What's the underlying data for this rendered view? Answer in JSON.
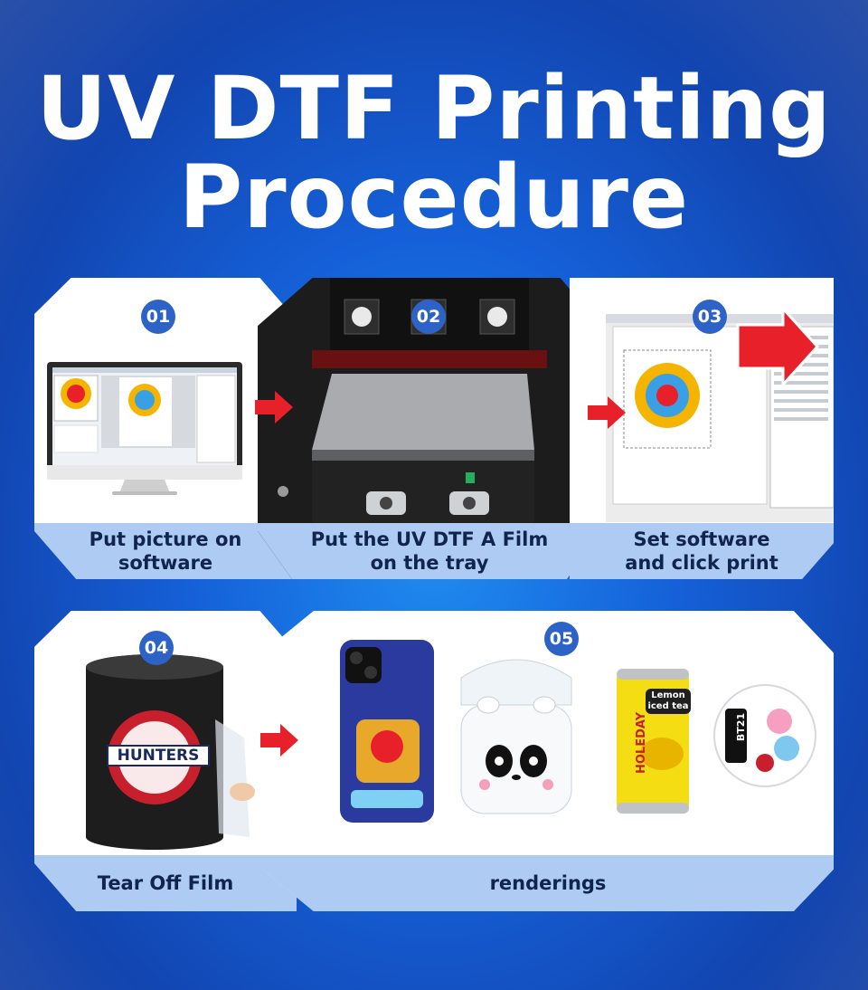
{
  "title": {
    "line1": "UV DTF Printing",
    "line2": "Procedure"
  },
  "steps": [
    {
      "number": "01",
      "label_line1": "Put picture on",
      "label_line2": "software"
    },
    {
      "number": "02",
      "label_line1": "Put the UV DTF A Film",
      "label_line2": "on the tray"
    },
    {
      "number": "03",
      "label_line1": "Set software",
      "label_line2": "and click print"
    },
    {
      "number": "04",
      "label_line1": "Tear Off Film",
      "label_line2": ""
    },
    {
      "number": "05",
      "label_line1": "renderings",
      "label_line2": ""
    }
  ],
  "products": {
    "can_brand": "HOLEDAY",
    "can_flavor_line1": "Lemon",
    "can_flavor_line2": "iced tea",
    "badge_text": "BT21",
    "tin_label": "HUNTERS"
  },
  "colors": {
    "accent_red": "#e8202a",
    "badge_blue": "#2d63c7",
    "caption_bg": "#aecbf3"
  }
}
